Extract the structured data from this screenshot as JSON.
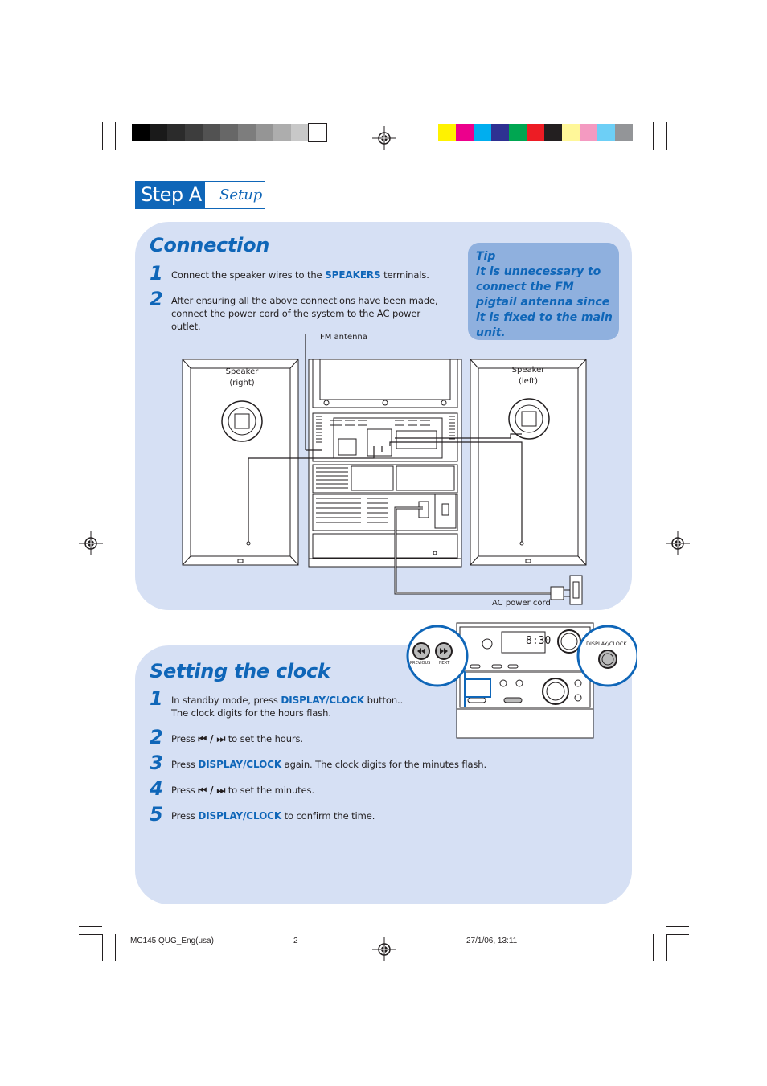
{
  "header": {
    "step_label": "Step A",
    "step_subtitle": "Setup"
  },
  "connection": {
    "title": "Connection",
    "steps": [
      {
        "num": "1",
        "pre": "Connect the speaker wires to the ",
        "key": "SPEAKERS",
        "post": " terminals."
      },
      {
        "num": "2",
        "text": "After ensuring all the above connections have been made, connect the power cord of the system to the AC power outlet."
      }
    ],
    "tip": {
      "heading": "Tip",
      "body": "It is unnecessary to connect the FM pigtail antenna since it is fixed to the main unit."
    },
    "diagram": {
      "fm_antenna": "FM antenna",
      "speaker_right": "Speaker (right)",
      "speaker_left": "Speaker (left)",
      "ac_power_cord": "AC power cord"
    }
  },
  "clock": {
    "title": "Setting the clock",
    "steps": [
      {
        "num": "1",
        "pre": "In standby mode, press ",
        "key": "DISPLAY/CLOCK",
        "post": " button..",
        "line2": "The clock digits for the hours flash."
      },
      {
        "num": "2",
        "pre": "Press ",
        "key": "⏮ / ⏭",
        "post": " to set the hours."
      },
      {
        "num": "3",
        "pre": "Press ",
        "key": "DISPLAY/CLOCK",
        "post": " again. The clock digits for the minutes flash."
      },
      {
        "num": "4",
        "pre": "Press ",
        "key": "⏮ / ⏭",
        "post": " to set the minutes."
      },
      {
        "num": "5",
        "pre": "Press ",
        "key": "DISPLAY/CLOCK",
        "post": " to confirm the time."
      }
    ],
    "diagram": {
      "display_time": "8:30",
      "callout_display_clock": "DISPLAY/CLOCK",
      "callout_previous": "PREVIOUS",
      "callout_next": "NEXT"
    }
  },
  "footer": {
    "file": "MC145 QUG_Eng(usa)",
    "page": "2",
    "date": "27/1/06, 13:11"
  },
  "colors": {
    "accent_blue": "#0f66b8",
    "panel_bg": "#d6e0f4",
    "tip_bg": "#8fb0de",
    "gray_bar": [
      "#000000",
      "#1a1a1a",
      "#2b2b2b",
      "#3d3d3d",
      "#525252",
      "#676767",
      "#7d7d7d",
      "#959595",
      "#adadad",
      "#c8c8c8",
      "#ffffff"
    ],
    "color_bar": [
      "#fff200",
      "#ec008c",
      "#00aeef",
      "#2e3192",
      "#00a651",
      "#ed1c24",
      "#231f20",
      "#fff799",
      "#f49ac1",
      "#6dcff6",
      "#939598"
    ]
  }
}
